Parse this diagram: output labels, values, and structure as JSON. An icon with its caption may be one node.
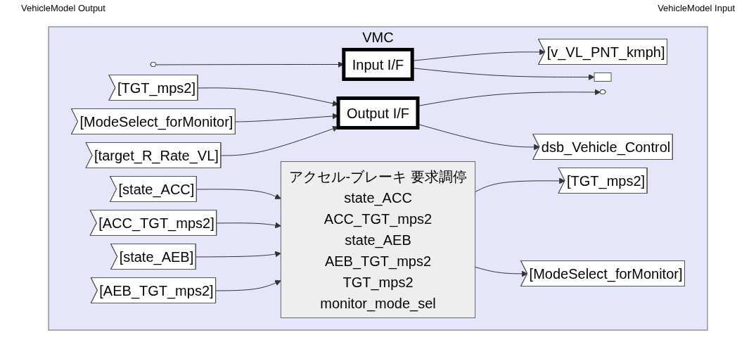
{
  "diagram": {
    "nodes": [
      {
        "text": [
          "VMC"
        ]
      },
      {
        "text": [
          "Input I/F"
        ],
        "in": 0
      },
      {
        "text": [],
        "shape": "oval",
        "in": 0
      },
      {
        "text": [
          "[v_VL_PNT_kmph]"
        ],
        "in": 0
      },
      {
        "text": [],
        "shape": "box",
        "in": 0
      },
      {
        "text": [
          "Output I/F"
        ],
        "in": 0
      },
      {
        "text": [
          "[TGT_mps2]"
        ],
        "in": 0
      },
      {
        "text": [
          "[ModeSelect_forMonitor]"
        ],
        "in": 0
      },
      {
        "text": [
          "[target_R_Rate_VL]"
        ],
        "in": 0
      },
      {
        "text": [],
        "shape": "oval",
        "in": 0
      },
      {
        "text": [
          "dsb_Vehicle_Control"
        ],
        "in": 0
      },
      {
        "text": [
          "アクセル-ブレーキ 要求調停",
          "state_ACC",
          "ACC_TGT_mps2",
          "state_AEB",
          "AEB_TGT_mps2",
          "TGT_mps2",
          "monitor_mode_sel"
        ],
        "in": 0
      },
      {
        "text": [
          "[state_ACC]"
        ],
        "in": 0
      },
      {
        "text": [
          "[ACC_TGT_mps2]"
        ],
        "in": 0
      },
      {
        "text": [
          "[state_AEB]"
        ],
        "in": 0
      },
      {
        "text": [
          "[AEB_TGT_mps2]"
        ],
        "in": 0
      },
      {
        "text": [
          "[TGT_mps2]"
        ],
        "in": 0
      },
      {
        "text": [
          "[ModeSelect_forMonitor]"
        ],
        "in": 0
      }
    ],
    "edges": [
      {
        "from": 2,
        "to": 1,
        "arrow": "to"
      },
      {
        "from": 1,
        "to": 3,
        "arrow": "to"
      },
      {
        "from": 1,
        "to": 4,
        "arrow": "to"
      },
      {
        "from": 6,
        "to": 5,
        "arrow": "to"
      },
      {
        "from": 7,
        "to": 5,
        "arrow": "to"
      },
      {
        "from": 8,
        "to": 5,
        "arrow": "to"
      },
      {
        "from": 5,
        "to": 9,
        "arrow": "to"
      },
      {
        "from": 5,
        "to": 10,
        "arrow": "to"
      },
      {
        "from": 12,
        "to": 11,
        "arrow": "to"
      },
      {
        "from": 13,
        "to": 11,
        "arrow": "to"
      },
      {
        "from": 14,
        "to": 11,
        "arrow": "to"
      },
      {
        "from": 15,
        "to": 11,
        "arrow": "to"
      },
      {
        "from": 11,
        "to": 16,
        "arrow": "to"
      },
      {
        "from": 11,
        "to": 17,
        "arrow": "to"
      }
    ],
    "labels": [
      "VehicleModel Output",
      "VehicleModel Input"
    ]
  }
}
